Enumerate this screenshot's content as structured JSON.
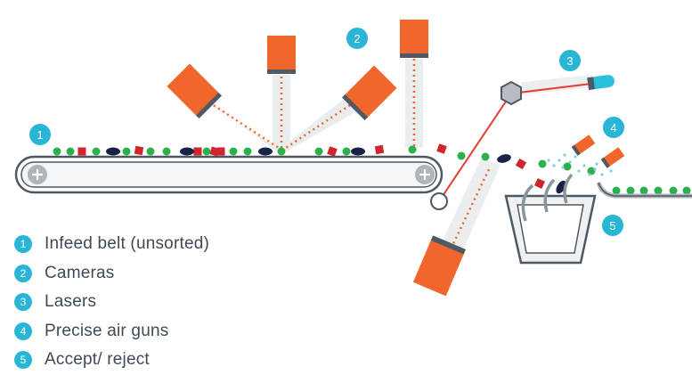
{
  "colors": {
    "camera": "#f1662c",
    "camera_band": "#4e5963",
    "badge": "#29b6d6",
    "green_item": "#2cb04c",
    "red_item": "#d0252e",
    "dark_item": "#172346",
    "belt_outline": "#4e5963",
    "laser_line": "#e63d2e",
    "air_spray": "#7fd0e4",
    "text": "#3e4a55"
  },
  "icons": {
    "roller": "plus-roller-icon",
    "laser_mirror": "hexagon-icon",
    "laser_emitter": "laser-emitter-icon"
  },
  "badges": {
    "belt": "1",
    "cameras": "2",
    "lasers": "3",
    "air_guns": "4",
    "accept_reject": "5"
  },
  "legend": [
    {
      "number": "1",
      "label": "Infeed belt (unsorted)"
    },
    {
      "number": "2",
      "label": "Cameras"
    },
    {
      "number": "3",
      "label": "Lasers"
    },
    {
      "number": "4",
      "label": "Precise air guns"
    },
    {
      "number": "5",
      "label": "Accept/ reject"
    }
  ]
}
